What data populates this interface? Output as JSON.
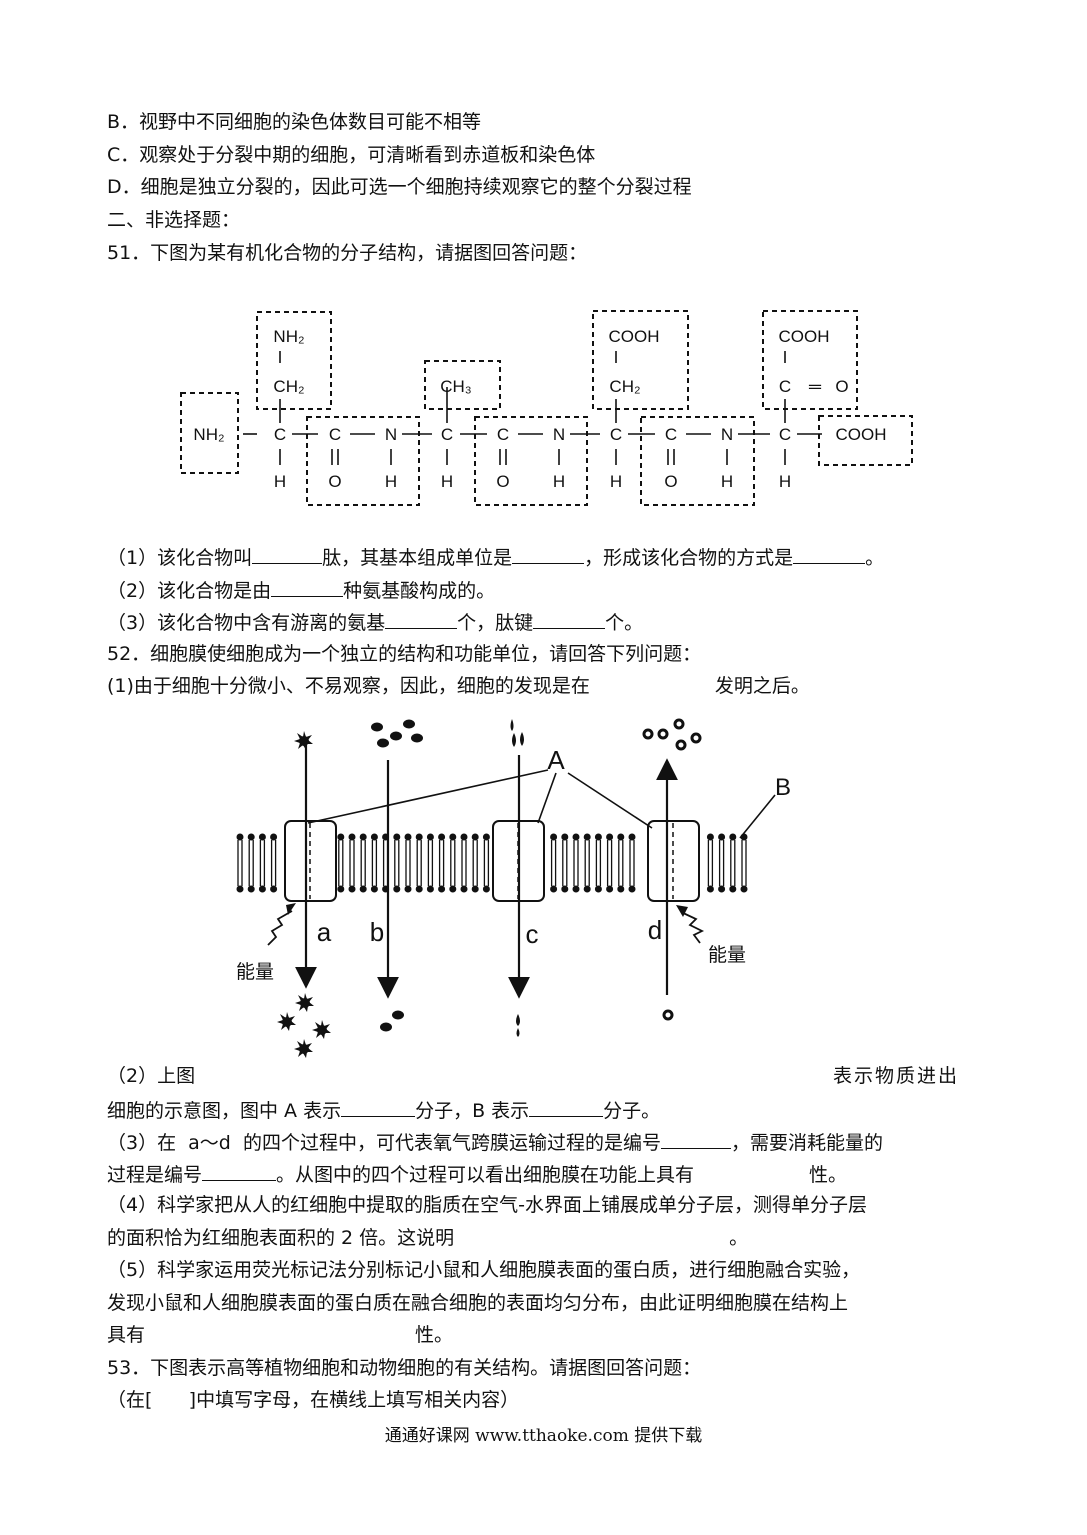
{
  "options": {
    "b": "B．视野中不同细胞的染色体数目可能不相等",
    "c": "C．观察处于分裂中期的细胞，可清晰看到赤道板和染色体",
    "d": "D．细胞是独立分裂的，因此可选一个细胞持续观察它的整个分裂过程"
  },
  "section2": "二、非选择题：",
  "q51": {
    "stem": "51．下图为某有机化合物的分子结构，请据图回答问题：",
    "diagram": {
      "nh2": "NH₂",
      "ch2": "CH₂",
      "ch3": "CH₃",
      "cooh": "COOH",
      "c": "C",
      "n": "N",
      "h": "H",
      "o": "O",
      "eq": "═"
    },
    "p1": [
      "（1）该化合物叫",
      "肽，其基本组成单位是",
      "，形成该化合物的方式是",
      "。"
    ],
    "p2": [
      "（2）该化合物是由",
      "种氨基酸构成的。"
    ],
    "p3": [
      "（3）该化合物中含有游离的氨基",
      "个，肽键",
      "个。"
    ]
  },
  "q52": {
    "stem": "52．细胞膜使细胞成为一个独立的结构和功能单位，请回答下列问题：",
    "p1": [
      "(1)由于细胞十分微小、不易观察，因此，细胞的发现是在",
      "发明之后。"
    ],
    "diagram": {
      "label_a_upper": "A",
      "label_b_upper": "B",
      "label_a": "a",
      "label_b": "b",
      "label_c": "c",
      "label_d": "d",
      "energy": "能量"
    },
    "p2": [
      "（2）上图",
      "表示物质进出"
    ],
    "p2b": [
      "细胞的示意图，图中 A 表示",
      "分子，B 表示",
      "分子。"
    ],
    "p3": [
      "（3）在  a～d  的四个过程中，可代表氧气跨膜运输过程的是编号",
      "，需要消耗能量的"
    ],
    "p3b": [
      "过程是编号",
      "。从图中的四个过程可以看出细胞膜在功能上具有",
      "性。"
    ],
    "p4": [
      "（4）科学家把从人的红细胞中提取的脂质在空气-水界面上铺展成单分子层，测得单分子层"
    ],
    "p4b": [
      "的面积恰为红细胞表面积的 2 倍。这说明",
      "。"
    ],
    "p5": [
      "（5）科学家运用荧光标记法分别标记小鼠和人细胞膜表面的蛋白质，进行细胞融合实验，"
    ],
    "p5b": [
      "发现小鼠和人细胞膜表面的蛋白质在融合细胞的表面均匀分布，由此证明细胞膜在结构上"
    ],
    "p5c": [
      "具有",
      "性。"
    ]
  },
  "q53": {
    "stem": "53．下图表示高等植物细胞和动物细胞的有关结构。请据图回答问题：",
    "note": "（在[      ]中填写字母，在横线上填写相关内容）"
  },
  "footer": "通通好课网  www.tthaoke.com  提供下载"
}
